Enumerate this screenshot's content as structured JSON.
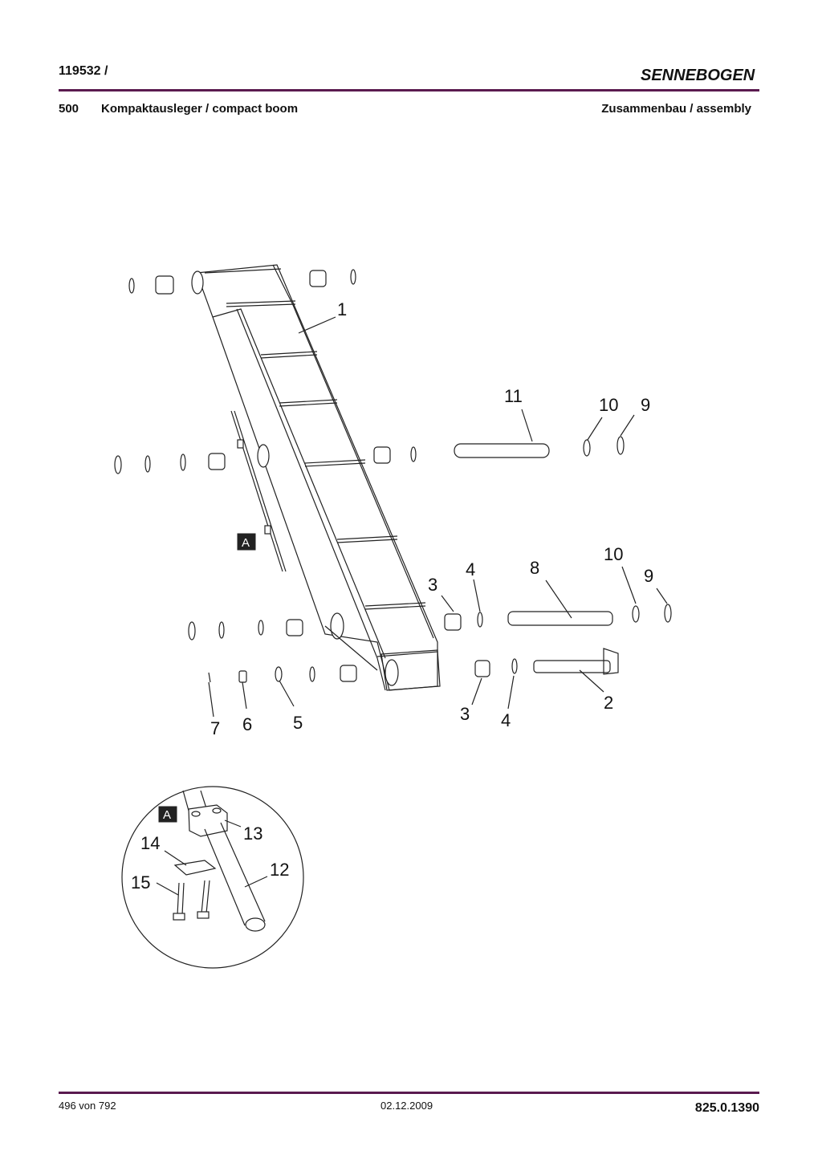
{
  "header": {
    "doc_number": "119532 /",
    "brand": "SENNEBOGEN"
  },
  "section": {
    "number": "500",
    "title": "Kompaktausleger / compact boom",
    "view": "Zusammenbau / assembly"
  },
  "drawing": {
    "detail_tag": "A",
    "labels": [
      "1",
      "2",
      "3",
      "3",
      "4",
      "4",
      "5",
      "6",
      "7",
      "8",
      "9",
      "9",
      "10",
      "10",
      "11"
    ],
    "detail_labels": [
      "12",
      "13",
      "14",
      "15"
    ]
  },
  "footer": {
    "page": "496 von 792",
    "date": "02.12.2009",
    "code": "825.0.1390"
  }
}
